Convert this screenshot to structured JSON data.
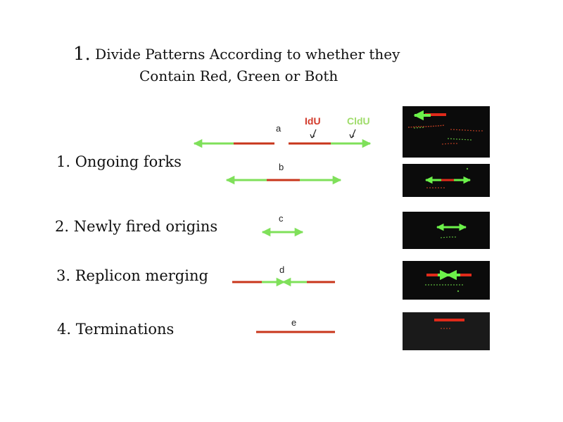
{
  "title": {
    "number": "1.",
    "line1": " Divide Patterns According to whether they",
    "line2": "Contain Red, Green or Both"
  },
  "rows": [
    {
      "label": "1. Ongoing forks"
    },
    {
      "label": "2. Newly fired origins"
    },
    {
      "label": "3. Replicon merging"
    },
    {
      "label": "4. Terminations"
    }
  ],
  "patterns": {
    "a": "a",
    "b": "b",
    "c": "c",
    "d": "d",
    "e": "e"
  },
  "legend": {
    "red_label": "IdU",
    "green_label": "CldU"
  },
  "colors": {
    "red": "#c8361b",
    "green": "#7fe05a",
    "red_text": "#d23a2a",
    "green_text": "#9fdc6a",
    "panel_bg": "#0b0b0b"
  }
}
